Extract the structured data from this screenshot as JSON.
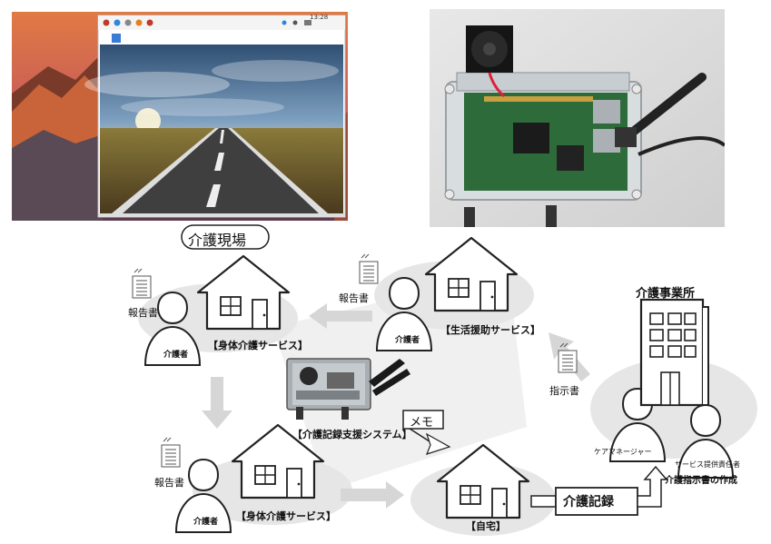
{
  "desktop": {
    "taskbar_time": "13:28",
    "accent_colors": {
      "sky_top": "#d77040",
      "sky_bottom": "#3a5a7a",
      "road": "#4a4a4a"
    }
  },
  "diagram": {
    "scene_label": "介護現場",
    "office_label": "介護事業所",
    "caregiver_label": "介護者",
    "report_label": "報告書",
    "service_body_top": "【身体介護サービス】",
    "service_life": "【生活援助サービス】",
    "service_body_bottom": "【身体介護サービス】",
    "system_label": "【介護記録支援システム】",
    "memo_label": "メモ",
    "home_label": "【自宅】",
    "record_label": "介護記録",
    "instruction_label": "指示書",
    "care_manager_label": "ケアマネージャー",
    "service_manager_label": "サービス提供責任者",
    "instruction_create_label": "介護指示書の作成"
  },
  "colors": {
    "ellipse_fill": "#e6e6e6",
    "arrow_fill": "#d6d6d6",
    "line": "#222222"
  }
}
